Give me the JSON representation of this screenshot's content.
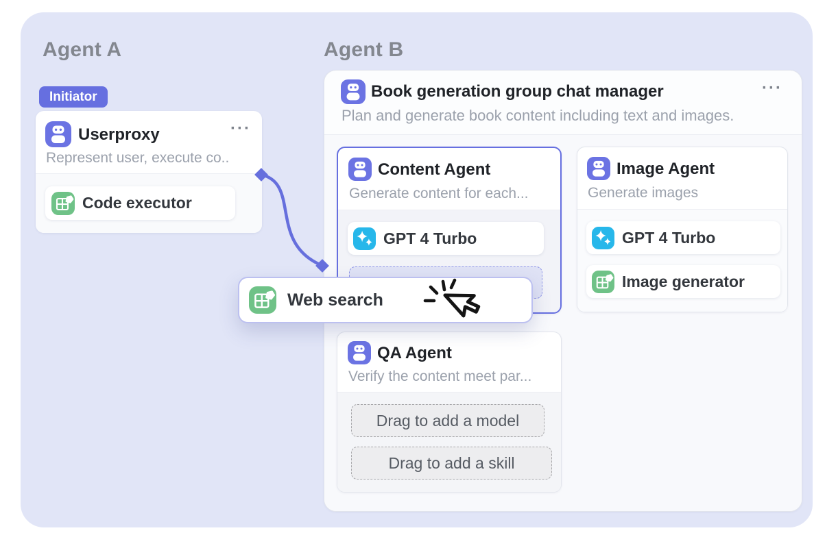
{
  "colors": {
    "accent": "#666FE0",
    "green": "#6FC287",
    "cyan": "#27B7EA",
    "panel": "#E1E5F7"
  },
  "agent_a": {
    "title": "Agent A",
    "badge": "Initiator",
    "userproxy": {
      "name": "Userproxy",
      "description": "Represent user, execute co..",
      "menu_icon": "···",
      "skill": "Code executor"
    }
  },
  "agent_b": {
    "title": "Agent B",
    "manager": {
      "name": "Book generation group chat manager",
      "description": "Plan and generate book content including text and images.",
      "menu_icon": "···"
    },
    "content_agent": {
      "name": "Content Agent",
      "description": "Generate content for each...",
      "model": "GPT 4 Turbo"
    },
    "image_agent": {
      "name": "Image Agent",
      "description": "Generate images",
      "model": "GPT 4 Turbo",
      "skill": "Image generator"
    },
    "qa_agent": {
      "name": "QA Agent",
      "description": "Verify the content meet par...",
      "model_placeholder": "Drag to add a model",
      "skill_placeholder": "Drag to add a skill"
    }
  },
  "drag": {
    "label": "Web search"
  }
}
